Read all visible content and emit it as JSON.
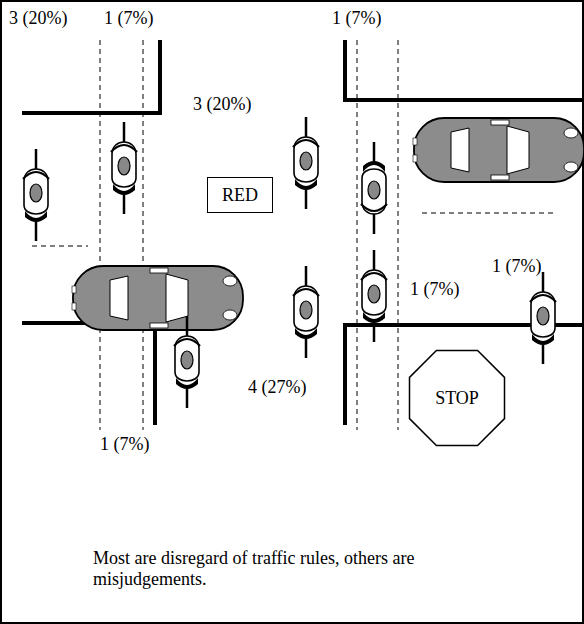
{
  "diagram": {
    "nodes": [
      {
        "text": [
          "RED"
        ]
      },
      {
        "text": [
          "STOP"
        ]
      }
    ],
    "labels": [
      "3 (20%)",
      "1 (7%)",
      "1 (7%)",
      "3 (20%)",
      "1 (7%)",
      "1 (7%)",
      "4 (27%)",
      "1 (7%)",
      "Most are disregard of traffic rules, others are misjudgements."
    ]
  }
}
